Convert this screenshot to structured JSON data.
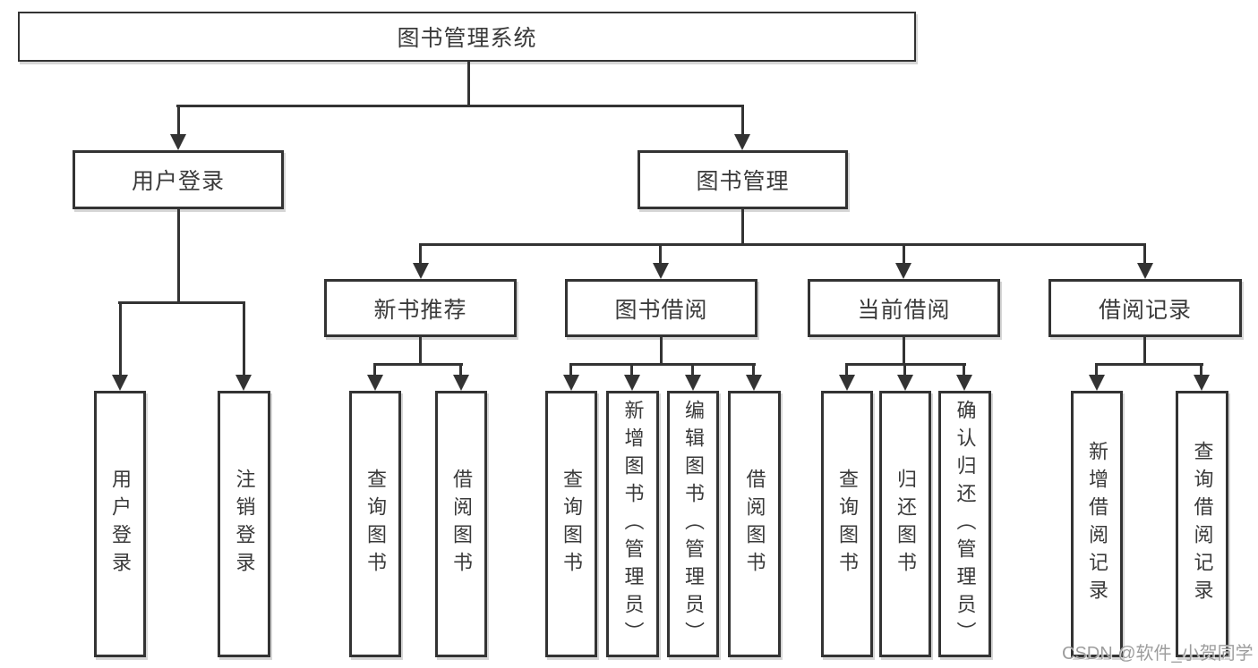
{
  "tree": {
    "root": {
      "label": "图书管理系统"
    },
    "branches": [
      {
        "label": "用户登录",
        "children": [
          {
            "label": "用户登录"
          },
          {
            "label": "注销登录"
          }
        ]
      },
      {
        "label": "图书管理",
        "children": [
          {
            "label": "新书推荐",
            "children": [
              {
                "label": "查询图书"
              },
              {
                "label": "借阅图书"
              }
            ]
          },
          {
            "label": "图书借阅",
            "children": [
              {
                "label": "查询图书"
              },
              {
                "label": "新增图书（管理员）"
              },
              {
                "label": "编辑图书（管理员）"
              },
              {
                "label": "借阅图书"
              }
            ]
          },
          {
            "label": "当前借阅",
            "children": [
              {
                "label": "查询图书"
              },
              {
                "label": "归还图书"
              },
              {
                "label": "确认归还（管理员）"
              }
            ]
          },
          {
            "label": "借阅记录",
            "children": [
              {
                "label": "新增借阅记录"
              },
              {
                "label": "查询借阅记录"
              }
            ]
          }
        ]
      }
    ]
  },
  "watermark": {
    "text": "CSDN @软件_小贺同学"
  },
  "colors": {
    "line": "#333333",
    "text": "#3a3a3a",
    "background": "#ffffff",
    "watermark": "#9d9d9d"
  }
}
